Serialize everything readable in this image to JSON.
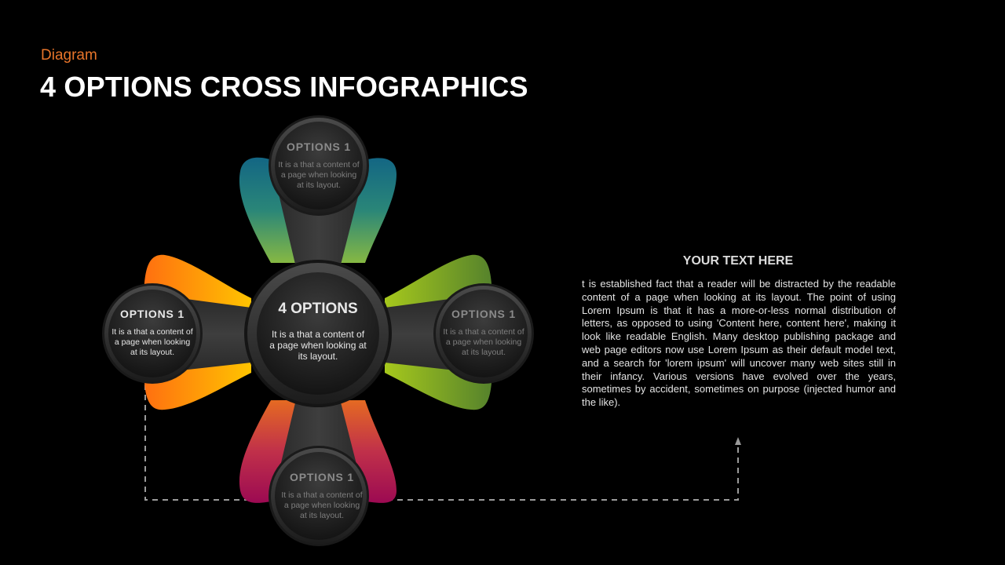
{
  "header": {
    "subtitle": "Diagram",
    "title": "4 OPTIONS CROSS INFOGRAPHICS"
  },
  "colors": {
    "subtitle": "#e8752a",
    "top_petal": [
      "#1a6a8a",
      "#7ab648"
    ],
    "left_petal": [
      "#ff7a10",
      "#ffc000"
    ],
    "right_petal": [
      "#9dc21f",
      "#5e8a2a"
    ],
    "bottom_petal": [
      "#e07028",
      "#a01050"
    ],
    "connector": "#9a9a9a"
  },
  "center": {
    "title": "4 OPTIONS",
    "body": "It is a that a content of a page when looking at its layout."
  },
  "options": [
    {
      "position": "top",
      "title": "OPTIONS  1",
      "body": "It is a that a content of a page when looking at its layout."
    },
    {
      "position": "left",
      "title": "OPTIONS  1",
      "body": "It is a that a content of a page when looking at its layout."
    },
    {
      "position": "right",
      "title": "OPTIONS  1",
      "body": "It is a that a content of a page when looking at its layout."
    },
    {
      "position": "bottom",
      "title": "OPTIONS  1",
      "body": "It is a that a content of a page when looking at its layout."
    }
  ],
  "panel": {
    "heading": "YOUR TEXT HERE",
    "body": "t is  established fact that a reader will be distracted by the readable content of a page when looking at its layout. The point of using Lorem Ipsum is that it has a more-or-less normal distribution of letters, as opposed to using 'Content here, content here', making it look like readable English. Many desktop publishing package and web page editors now use Lorem Ipsum as their default model text, and a search for 'lorem ipsum' will uncover many web sites still in their infancy. Various versions have evolved over the years, sometimes by accident, sometimes on purpose (injected humor and the like)."
  }
}
